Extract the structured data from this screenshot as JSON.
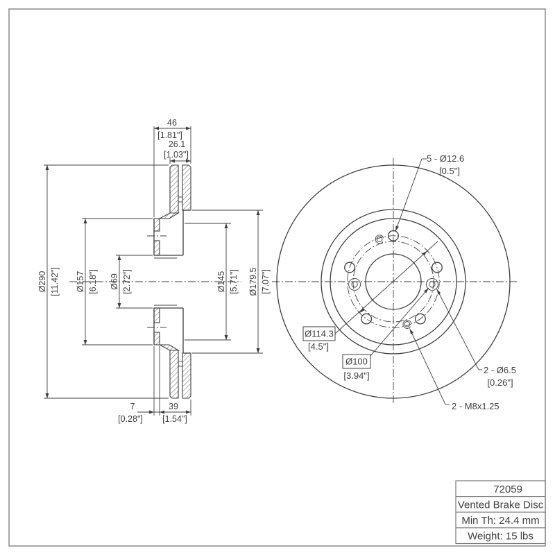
{
  "page": {
    "background": "#ffffff",
    "frame_color": "#8a8a8a",
    "line_color": "#3d3d3d"
  },
  "section_view": {
    "dims": {
      "overall_width_mm": "46",
      "overall_width_in": "[1.81\"]",
      "band_thickness_mm": "26.1",
      "band_thickness_in": "[1.03\"]",
      "outer_dia_mm": "Ø290",
      "outer_dia_in": "[11.42\"]",
      "flange_dia_mm": "Ø157",
      "flange_dia_in": "[6.18\"]",
      "bore_dia_mm": "Ø69",
      "bore_dia_in": "[2.72\"]",
      "recess_dia_mm": "Ø145",
      "recess_dia_in": "[5.71\"]",
      "hat_dia_mm": "Ø179.5",
      "hat_dia_in": "[7.07\"]",
      "flange_thk_mm": "7",
      "flange_thk_in": "[0.28\"]",
      "hat_depth_mm": "39",
      "hat_depth_in": "[1.54\"]"
    }
  },
  "front_view": {
    "labels": {
      "lug_holes_line1": "5 - Ø12.6",
      "lug_holes_line2": "[0.5\"]",
      "bcd_mm": "Ø114.3",
      "bcd_in": "[4.5\"]",
      "screw_bcd_mm": "Ø100",
      "screw_bcd_in": "[3.94\"]",
      "screw_holes_line1": "2 - Ø6.5",
      "screw_holes_line2": "[0.26\"]",
      "thread_holes": "2 - M8x1.25"
    }
  },
  "title_block": {
    "part_number": "72059",
    "description": "Vented Brake Disc",
    "min_thickness": "Min Th: 24.4 mm",
    "weight": "Weight: 15 lbs"
  }
}
